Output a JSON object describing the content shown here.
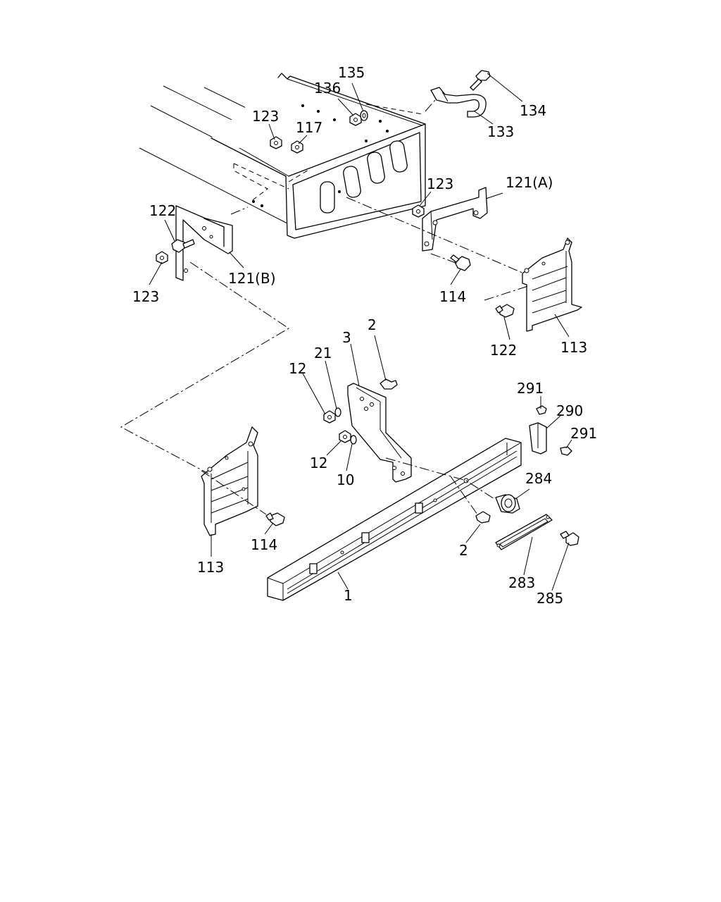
{
  "callouts": {
    "c135": "135",
    "c136": "136",
    "c134": "134",
    "c133": "133",
    "c123_top": "123",
    "c117": "117",
    "c123_right": "123",
    "c121a": "121(A)",
    "c122_left": "122",
    "c123_left": "123",
    "c121b": "121(B)",
    "c114_right": "114",
    "c122_right": "122",
    "c113_right": "113",
    "c2_top": "2",
    "c3": "3",
    "c21": "21",
    "c12_top": "12",
    "c12_bottom": "12",
    "c10": "10",
    "c291_top": "291",
    "c290": "290",
    "c291_right": "291",
    "c284": "284",
    "c2_bottom": "2",
    "c283": "283",
    "c285": "285",
    "c1": "1",
    "c114_left": "114",
    "c113_left": "113"
  }
}
